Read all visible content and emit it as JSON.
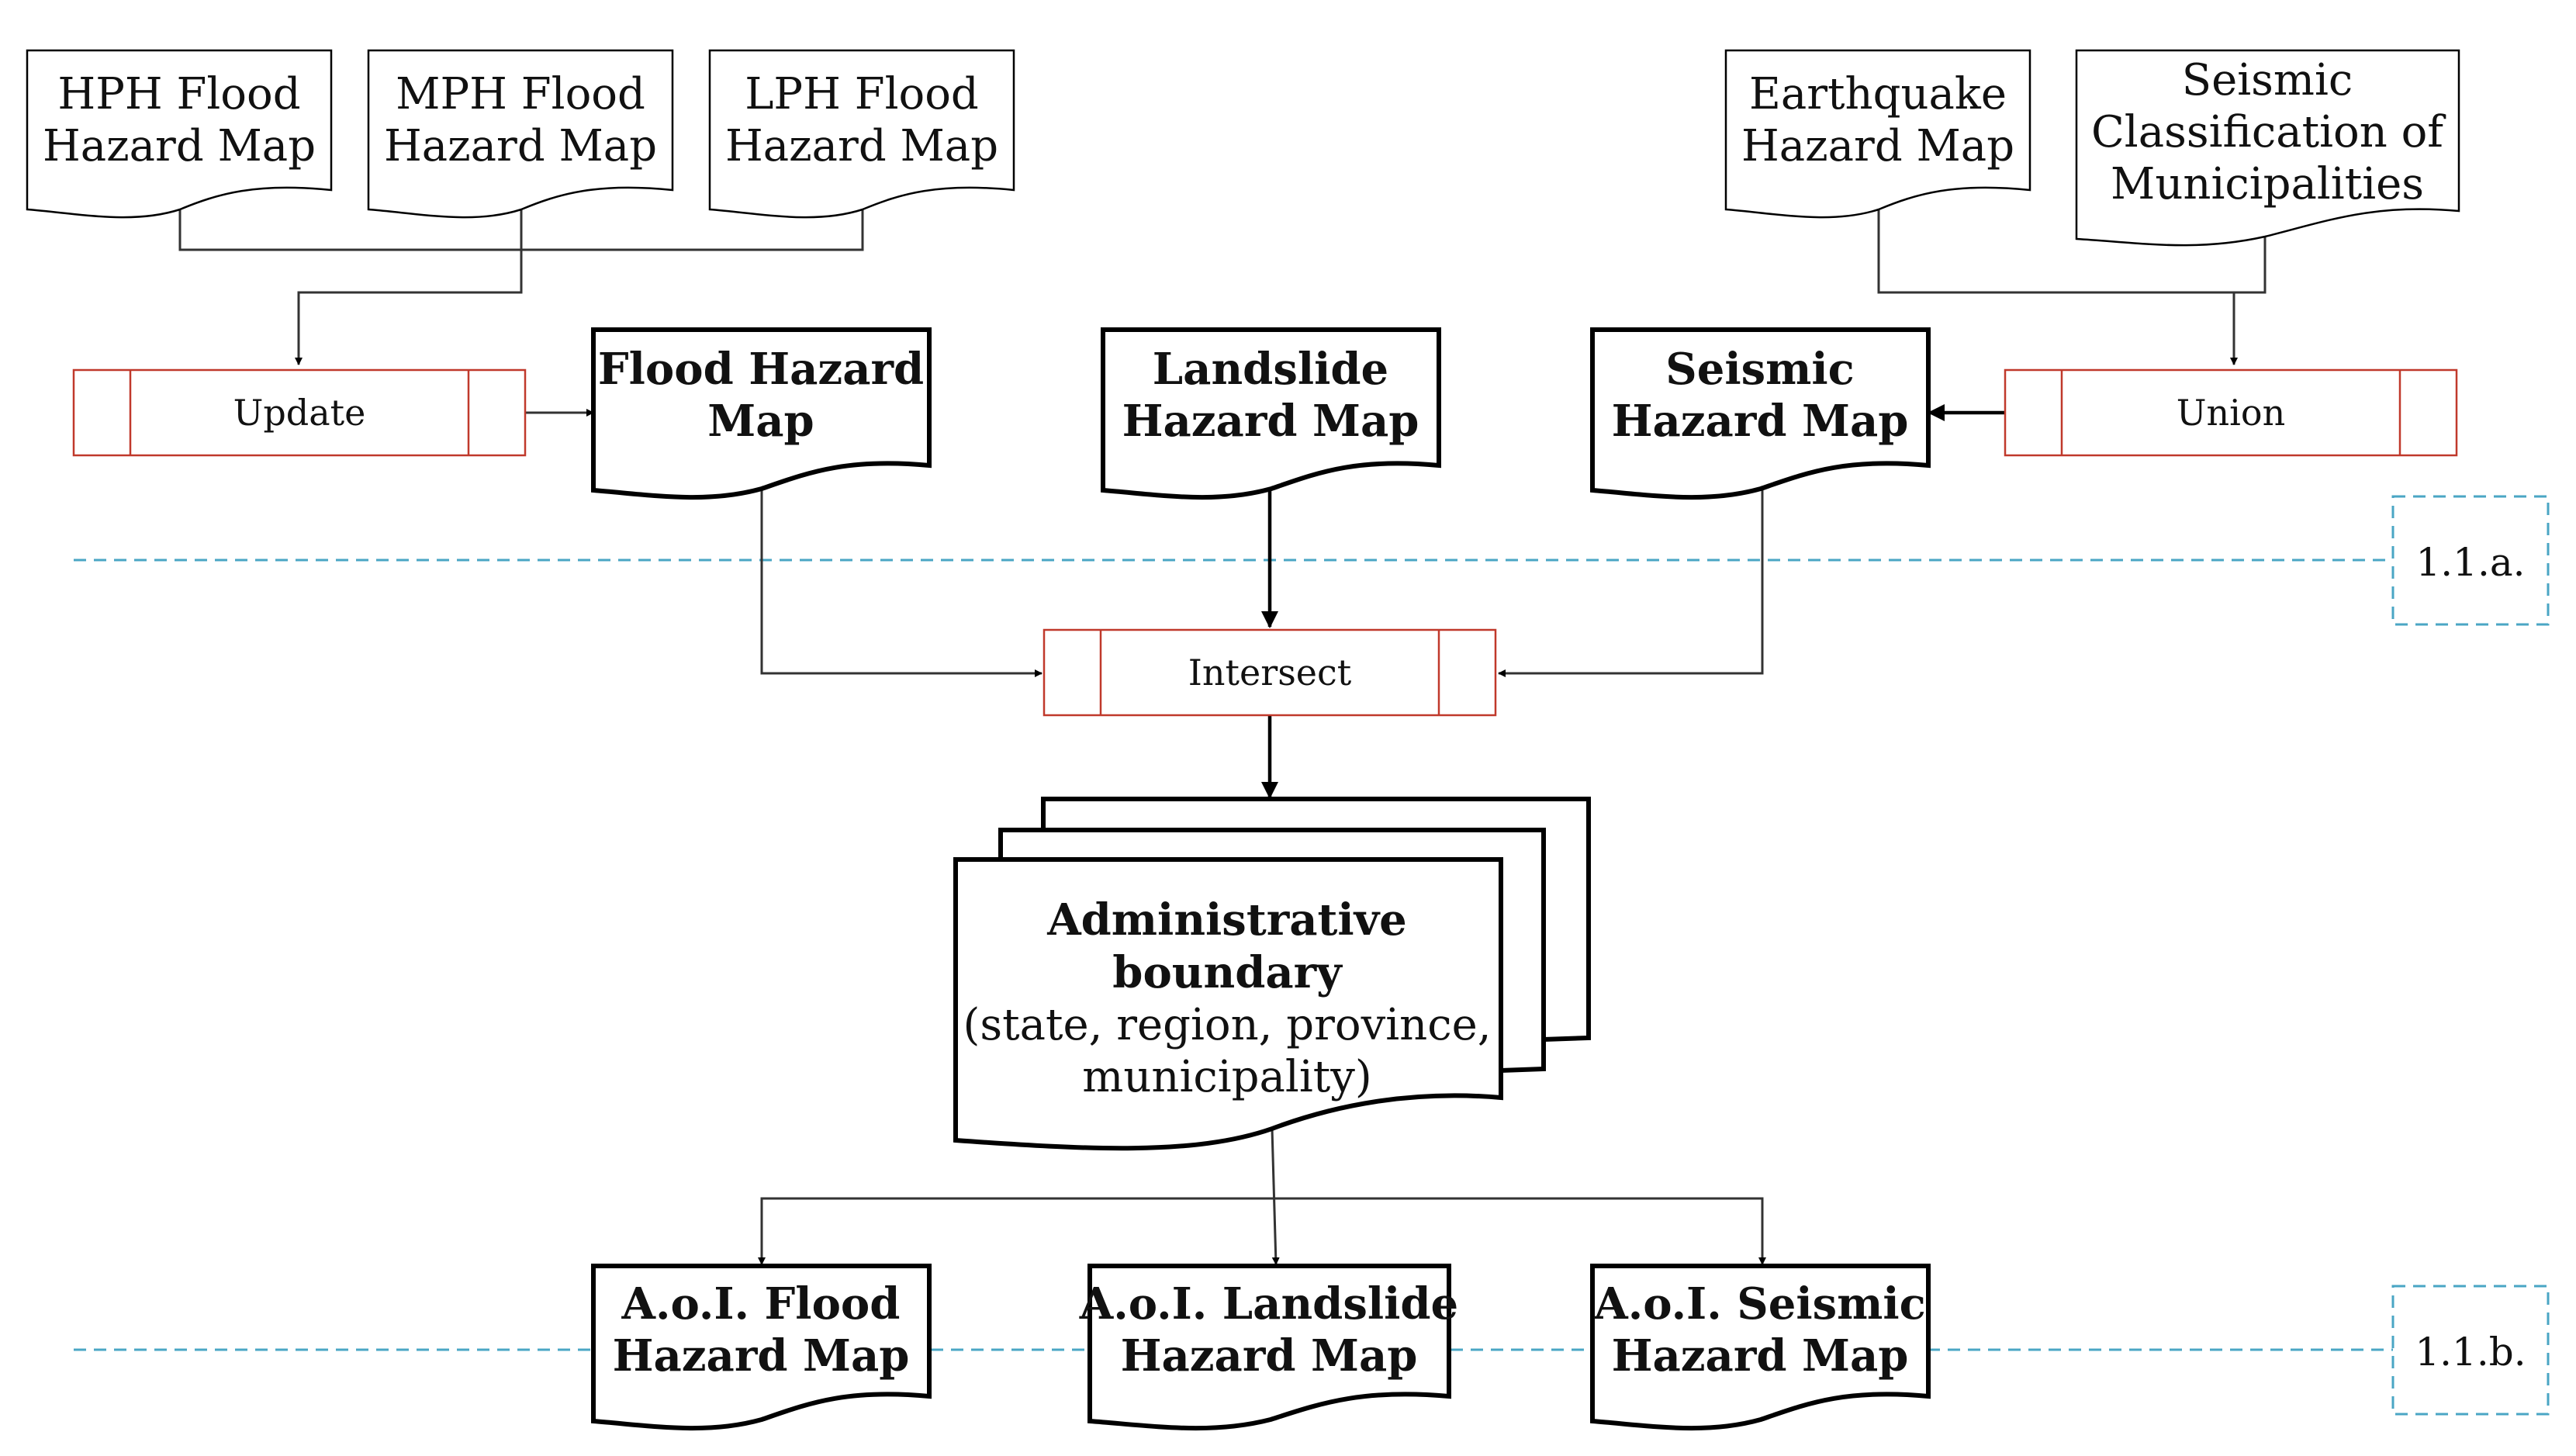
{
  "inputs": {
    "hph": [
      "HPH Flood",
      "Hazard Map"
    ],
    "mph": [
      "MPH Flood",
      "Hazard Map"
    ],
    "lph": [
      "LPH Flood",
      "Hazard Map"
    ],
    "earthquake": [
      "Earthquake",
      "Hazard Map"
    ],
    "seismic_class": [
      "Seismic",
      "Classification of",
      "Municipalities"
    ]
  },
  "processes": {
    "update": "Update",
    "union": "Union",
    "intersect": "Intersect"
  },
  "maps": {
    "flood": [
      "Flood Hazard",
      "Map"
    ],
    "landslide": [
      "Landslide",
      "Hazard Map"
    ],
    "seismic": [
      "Seismic",
      "Hazard Map"
    ]
  },
  "admin": {
    "title": [
      "Administrative",
      "boundary"
    ],
    "subtitle": [
      "(state, region, province,",
      "municipality)"
    ]
  },
  "outputs": {
    "flood": [
      "A.o.I. Flood",
      "Hazard Map"
    ],
    "landslide": [
      "A.o.I. Landslide",
      "Hazard Map"
    ],
    "seismic": [
      "A.o.I. Seismic",
      "Hazard Map"
    ]
  },
  "levels": {
    "a": "1.1.a.",
    "b": "1.1.b."
  },
  "colors": {
    "process_border": "#c0392b",
    "level_dash": "#4aa6c4"
  }
}
